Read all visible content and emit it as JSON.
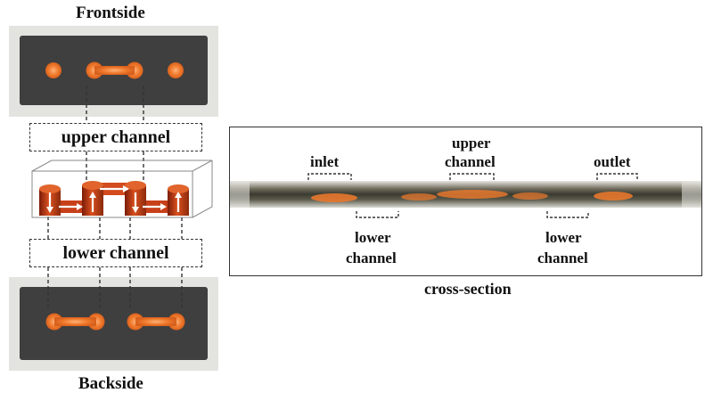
{
  "figure": {
    "frontside_label": "Frontside",
    "backside_label": "Backside",
    "upper_channel_box": "upper channel",
    "lower_channel_box": "lower channel",
    "cross_section_caption": "cross-section",
    "cross_section_labels": {
      "inlet": "inlet",
      "upper_channel_line1": "upper",
      "upper_channel_line2": "channel",
      "outlet": "outlet",
      "lower_channel_1_line1": "lower",
      "lower_channel_1_line2": "channel",
      "lower_channel_2_line1": "lower",
      "lower_channel_2_line2": "channel"
    }
  },
  "colors": {
    "fluid_orange": "#f07a2c",
    "paper_dark": "#3f3f3f",
    "tube_red": "#c8401a"
  }
}
